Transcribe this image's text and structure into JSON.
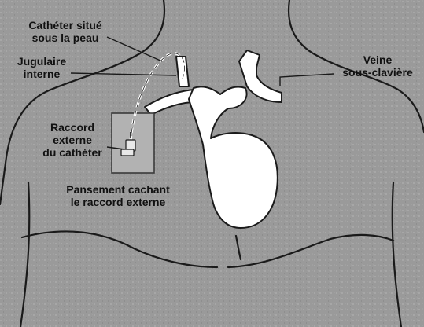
{
  "diagram": {
    "labels": {
      "catheter_under_skin": {
        "line1": "Cathéter situé",
        "line2": "sous la peau"
      },
      "internal_jugular": {
        "line1": "Jugulaire",
        "line2": "interne"
      },
      "subclavian_vein": {
        "line1": "Veine",
        "line2": "sous-clavière"
      },
      "external_connector": {
        "line1": "Raccord",
        "line2": "externe",
        "line3": "du cathéter"
      },
      "dressing": {
        "line1": "Pansement cachant",
        "line2": "le raccord externe"
      }
    },
    "colors": {
      "background": "#9a9a9a",
      "outline": "#1a1a1a",
      "heart_fill": "#ffffff",
      "dressing_fill": "#b2b2b2"
    }
  }
}
